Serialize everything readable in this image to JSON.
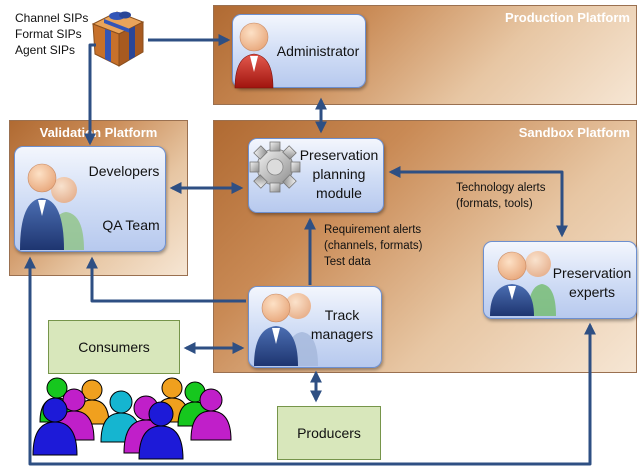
{
  "platforms": {
    "production": "Production Platform",
    "validation": "Validation Platform",
    "sandbox": "Sandbox Platform"
  },
  "sips": [
    "Channel SIPs",
    "Format SIPs",
    "Agent SIPs"
  ],
  "nodes": {
    "administrator": "Administrator",
    "planning": [
      "Preservation",
      "planning",
      "module"
    ],
    "developers": "Developers",
    "qa_team": "QA Team",
    "track": [
      "Track",
      "managers"
    ],
    "experts": [
      "Preservation",
      "experts"
    ]
  },
  "boxes": {
    "consumers": "Consumers",
    "producers": "Producers"
  },
  "annotations": {
    "technology": [
      "Technology alerts",
      "(formats, tools)"
    ],
    "requirement": [
      "Requirement alerts",
      "(channels, formats)",
      "Test data"
    ]
  },
  "colors": {
    "arrow": "#2e4f83",
    "node_border": "#6d8fcf",
    "platform": "#c98a55",
    "green_box": "#d8e7bb"
  }
}
